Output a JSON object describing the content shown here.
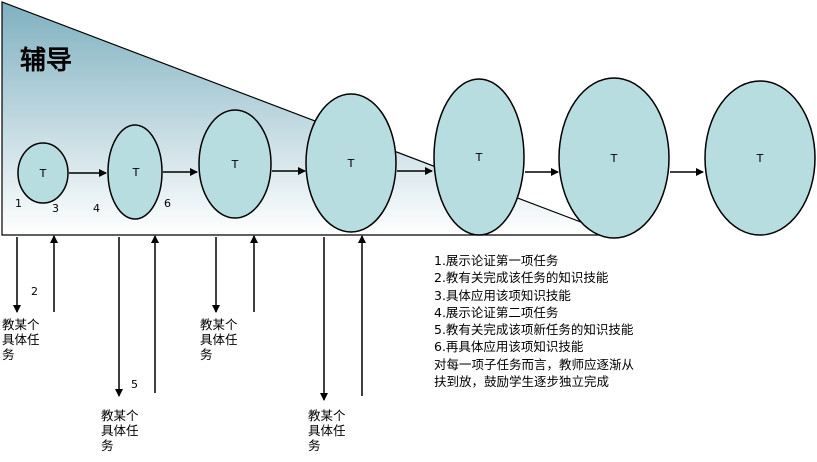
{
  "title": "辅导",
  "circle_label": "T",
  "step_numbers": {
    "n1": "1",
    "n2": "2",
    "n3": "3",
    "n4": "4",
    "n5": "5",
    "n6": "6"
  },
  "task_label_lines": [
    "教某个",
    "具体任",
    "务"
  ],
  "notes": [
    "1.展示论证第一项任务",
    "2.教有关完成该任务的知识技能",
    "3.具体应用该项知识技能",
    "4.展示论证第二项任务",
    "5.教有关完成该项新任务的知识技能",
    "6.再具体应用该项知识技能",
    "对每一项子任务而言，教师应逐渐从",
    "扶到放，鼓励学生逐步独立完成"
  ],
  "colors": {
    "circle_fill": "#b8dde0",
    "triangle_top": "#7fb0c0",
    "triangle_bottom": "#ffffff",
    "stroke": "#000000"
  }
}
